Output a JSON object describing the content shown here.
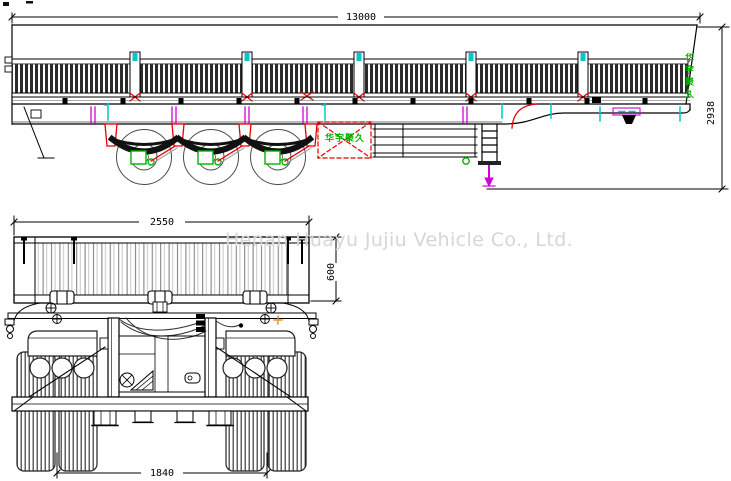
{
  "watermark": "Henan Huayu Jujiu Vehicle Co., Ltd.",
  "side_view": {
    "dim_overall_length": "13000",
    "dim_overall_height": "2938",
    "toolbox_marking": "华宇聚久",
    "rear_marking": "华宇聚久"
  },
  "front_view": {
    "dim_overall_width": "2550",
    "dim_sidewall_height": "600",
    "dim_track_width": "1840"
  },
  "colors": {
    "line_black": "#000000",
    "suspension_red": "#e60000",
    "marker_magenta": "#d400d4",
    "marker_cyan": "#00c8c8",
    "marker_green": "#00b400",
    "snap_orange": "#e09030",
    "watermark_gray": "#d6d6d6"
  }
}
